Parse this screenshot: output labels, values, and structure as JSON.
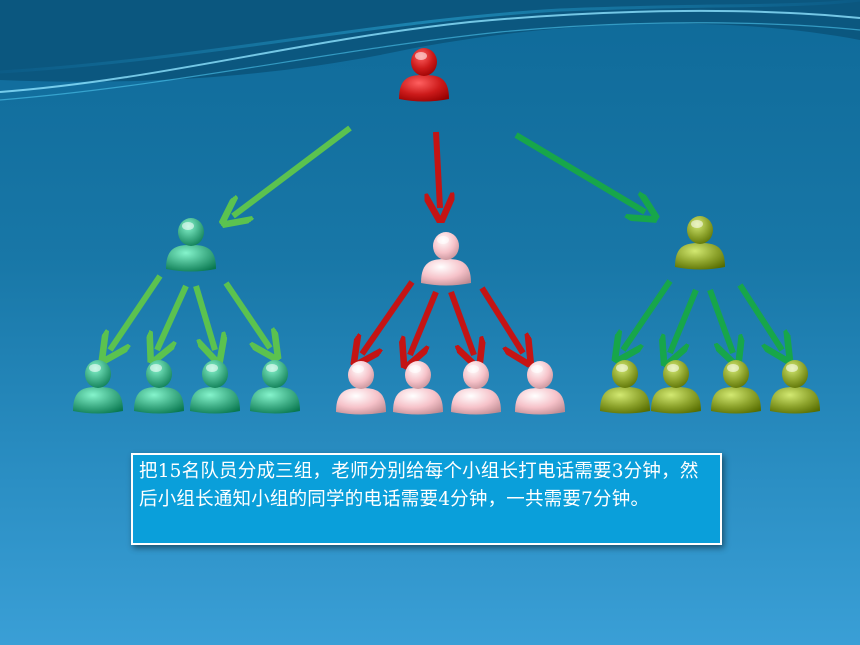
{
  "slide": {
    "caption": "把15名队员分成三组，老师分别给每个小组长打电话需要3分钟，然后小组长通知小组的同学的电话需要4分钟，一共需要7分钟。"
  },
  "colors": {
    "teacher": "#cc1a1a",
    "group_teal": "#3fae86",
    "group_pink": "#f6c2c9",
    "group_olive": "#8da32c",
    "arrow_green": "#5bc24f",
    "arrow_red": "#c41414",
    "arrow_dark_green": "#17a64a",
    "caption_bg": "#0a9fda"
  },
  "diagram": {
    "teacher_icon": "person-icon",
    "groups": [
      {
        "name": "teal-group",
        "leader_icon": "person-icon",
        "member_count": 4
      },
      {
        "name": "pink-group",
        "leader_icon": "person-icon",
        "member_count": 4
      },
      {
        "name": "olive-group",
        "leader_icon": "person-icon",
        "member_count": 4
      }
    ]
  }
}
